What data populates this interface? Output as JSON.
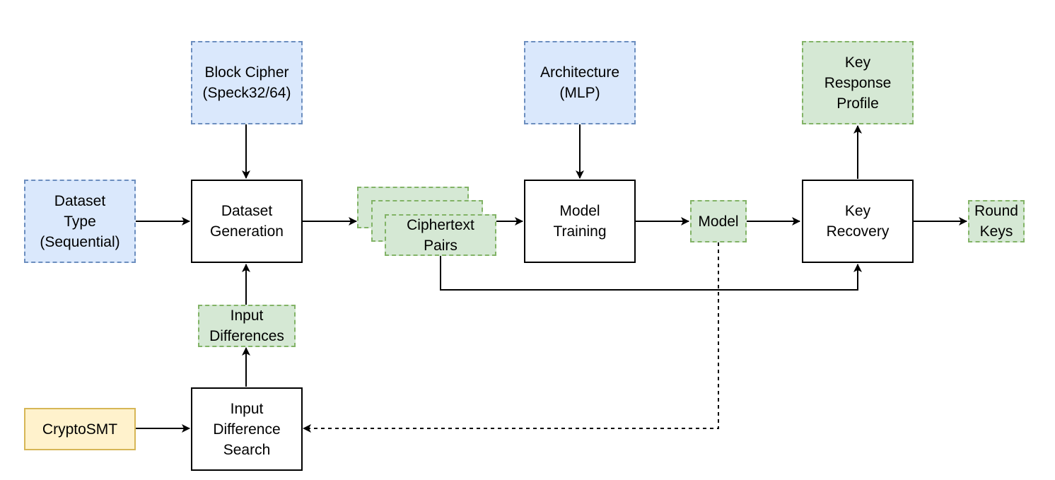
{
  "nodes": {
    "block_cipher": "Block Cipher\n(Speck32/64)",
    "architecture": "Architecture\n(MLP)",
    "key_response_profile": "Key\nResponse\nProfile",
    "dataset_type": "Dataset\nType\n(Sequential)",
    "dataset_generation": "Dataset\nGeneration",
    "ciphertext_pairs": "Ciphertext\nPairs",
    "model_training": "Model\nTraining",
    "model": "Model",
    "key_recovery": "Key\nRecovery",
    "round_keys": "Round\nKeys",
    "input_differences": "Input\nDifferences",
    "cryptosmt": "CryptoSMT",
    "input_difference_search": "Input\nDifference\nSearch"
  },
  "colors": {
    "blue_fill": "#dae8fc",
    "blue_stroke": "#6c8ebf",
    "green_fill": "#d5e8d4",
    "green_stroke": "#82b366",
    "yellow_fill": "#fff2cc",
    "yellow_stroke": "#d6b656"
  }
}
